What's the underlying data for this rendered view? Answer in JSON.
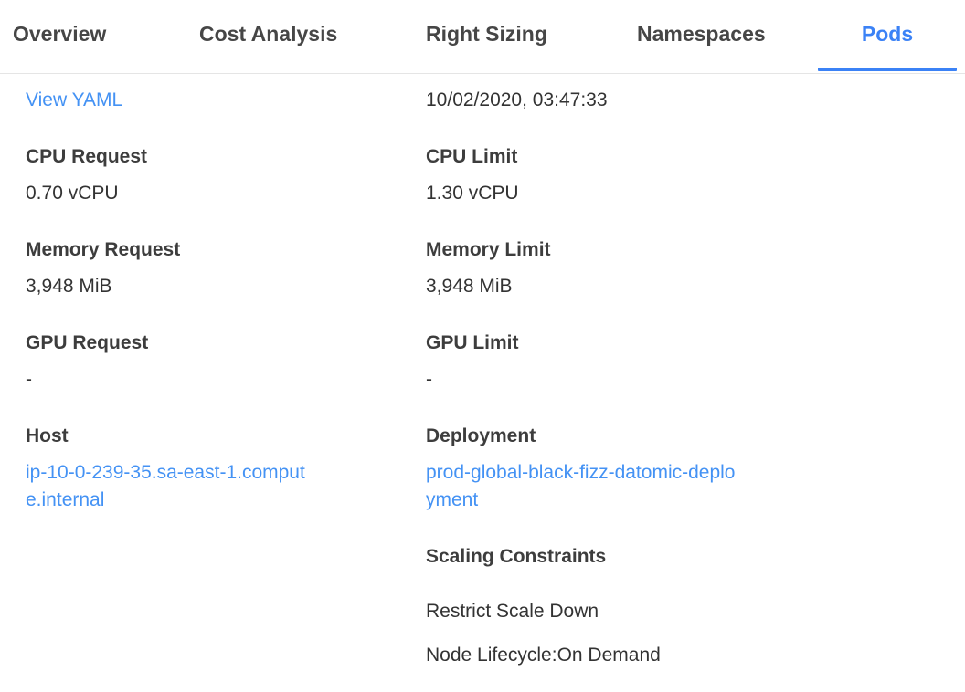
{
  "tabs": {
    "items": [
      {
        "label": "Overview",
        "active": false
      },
      {
        "label": "Cost Analysis",
        "active": false
      },
      {
        "label": "Right Sizing",
        "active": false
      },
      {
        "label": "Namespaces",
        "active": false
      },
      {
        "label": "Pods",
        "active": true
      }
    ]
  },
  "details": {
    "view_yaml_label": "View YAML",
    "timestamp": "10/02/2020, 03:47:33",
    "left_fields": [
      {
        "label": "CPU Request",
        "value": "0.70 vCPU"
      },
      {
        "label": "Memory Request",
        "value": "3,948 MiB"
      },
      {
        "label": "GPU Request",
        "value": "-"
      },
      {
        "label": "Host",
        "value": "ip-10-0-239-35.sa-east-1.compute.internal",
        "is_link": true
      }
    ],
    "right_fields": [
      {
        "label": "CPU Limit",
        "value": "1.30 vCPU"
      },
      {
        "label": "Memory Limit",
        "value": "3,948 MiB"
      },
      {
        "label": "GPU Limit",
        "value": "-"
      },
      {
        "label": "Deployment",
        "value": "prod-global-black-fizz-datomic-deployment",
        "is_link": true
      }
    ],
    "scaling": {
      "label": "Scaling Constraints",
      "items": [
        "Restrict Scale Down",
        "Node Lifecycle:On Demand"
      ]
    }
  },
  "colors": {
    "accent": "#3b82f6",
    "link": "#4492f4",
    "tab_inactive_text": "#464646",
    "label_text": "#3d3d3d",
    "value_text": "#333333",
    "divider": "#e5e5e5",
    "background": "#ffffff"
  }
}
